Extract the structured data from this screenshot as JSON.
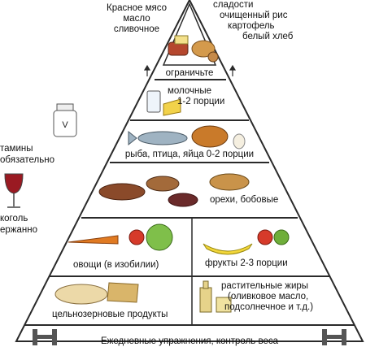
{
  "top_tier": {
    "left_label": [
      "Красное мясо",
      "масло",
      "сливочное"
    ],
    "right_label": [
      "сладости",
      "очищенный рис",
      "картофель",
      "белый хлеб"
    ],
    "limit_label": "ограничьте"
  },
  "dairy_tier": {
    "label": [
      "молочные",
      "1-2 порции"
    ]
  },
  "protein_tier": {
    "label": "рыба, птица, яйца 0-2 порции"
  },
  "nuts_tier": {
    "label": "орехи, бобовые"
  },
  "veg_tier": {
    "left_label": "овощи (в изобилии)",
    "right_label": "фрукты 2-3 порции"
  },
  "base_tier": {
    "left_label": "цельнозерновые продукты",
    "right_label": [
      "растительные жиры",
      "(оливковое масло,",
      "подсолнечное и т.д.)"
    ]
  },
  "foundation": {
    "label": "Ежедневные упражнения, контроль веса"
  },
  "sidebar": {
    "vitamins_label": [
      "тамины",
      "обязательно"
    ],
    "wine_label": [
      "коголь",
      "ержанно"
    ]
  },
  "colors": {
    "outline": "#2a2a2a",
    "fill": "#ffffff"
  }
}
